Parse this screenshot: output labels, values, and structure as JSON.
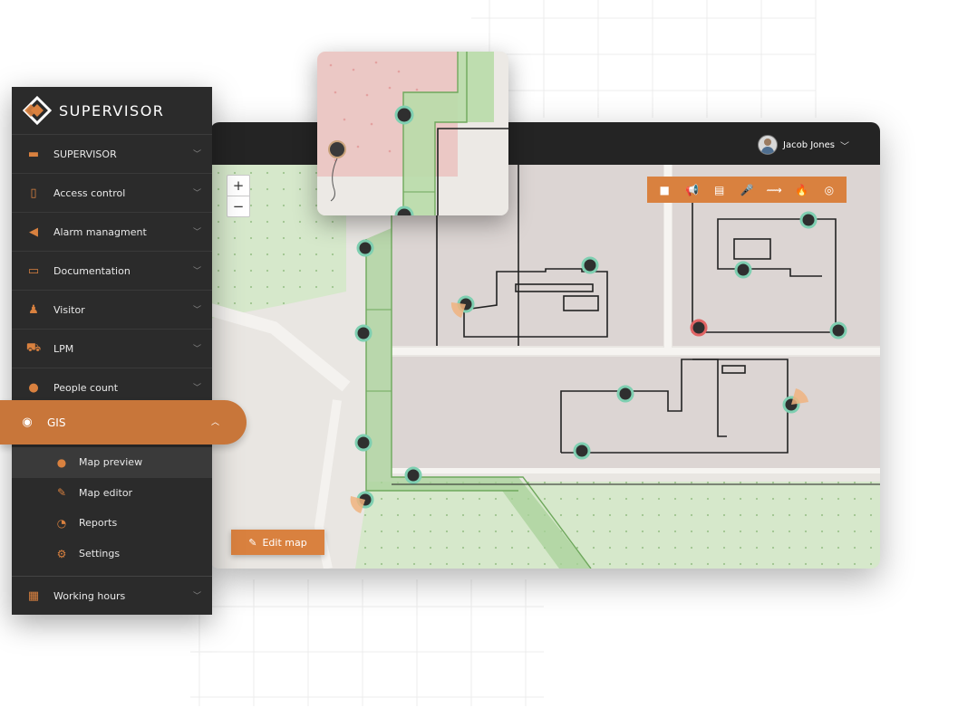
{
  "app": {
    "logo_text": "SUPERVISOR"
  },
  "user": {
    "name": "Jacob Jones"
  },
  "colors": {
    "accent": "#d9813f",
    "sidebar_bg": "#2b2b2b",
    "topbar_bg": "#242424",
    "map_green": "#cfe2c3"
  },
  "map": {
    "zoom_in": "+",
    "zoom_out": "−",
    "edit_button": "Edit map"
  },
  "toolbar": {
    "icons": [
      "camera-icon",
      "megaphone-icon",
      "id-card-icon",
      "microphone-icon",
      "sensor-icon",
      "fire-icon",
      "radar-icon"
    ],
    "glyphs": [
      "■",
      "📢",
      "▤",
      "🎤",
      "⟿",
      "🔥",
      "◎"
    ]
  },
  "sidebar": {
    "items": [
      {
        "label": "SUPERVISOR",
        "icon": "briefcase-icon",
        "glyph": "▬"
      },
      {
        "label": "Access control",
        "icon": "door-lock-icon",
        "glyph": "▯"
      },
      {
        "label": "Alarm managment",
        "icon": "megaphone-icon",
        "glyph": "◀"
      },
      {
        "label": "Documentation",
        "icon": "printer-icon",
        "glyph": "▭"
      },
      {
        "label": "Visitor",
        "icon": "visitor-icon",
        "glyph": "♟"
      },
      {
        "label": "LPM",
        "icon": "car-icon",
        "glyph": "⛟"
      },
      {
        "label": "People count",
        "icon": "people-icon",
        "glyph": "●"
      }
    ],
    "gis": {
      "label": "GIS",
      "icon": "globe-icon",
      "glyph": "◉",
      "chevron": "︿"
    },
    "gis_sub": [
      {
        "label": "Map preview",
        "icon": "globe-icon",
        "glyph": "●"
      },
      {
        "label": "Map editor",
        "icon": "edit-icon",
        "glyph": "✎"
      },
      {
        "label": "Reports",
        "icon": "pie-chart-icon",
        "glyph": "◔"
      },
      {
        "label": "Settings",
        "icon": "gear-icon",
        "glyph": "⚙"
      }
    ],
    "working_hours": {
      "label": "Working hours",
      "icon": "calendar-icon",
      "glyph": "▦"
    },
    "chevron": "﹀"
  }
}
